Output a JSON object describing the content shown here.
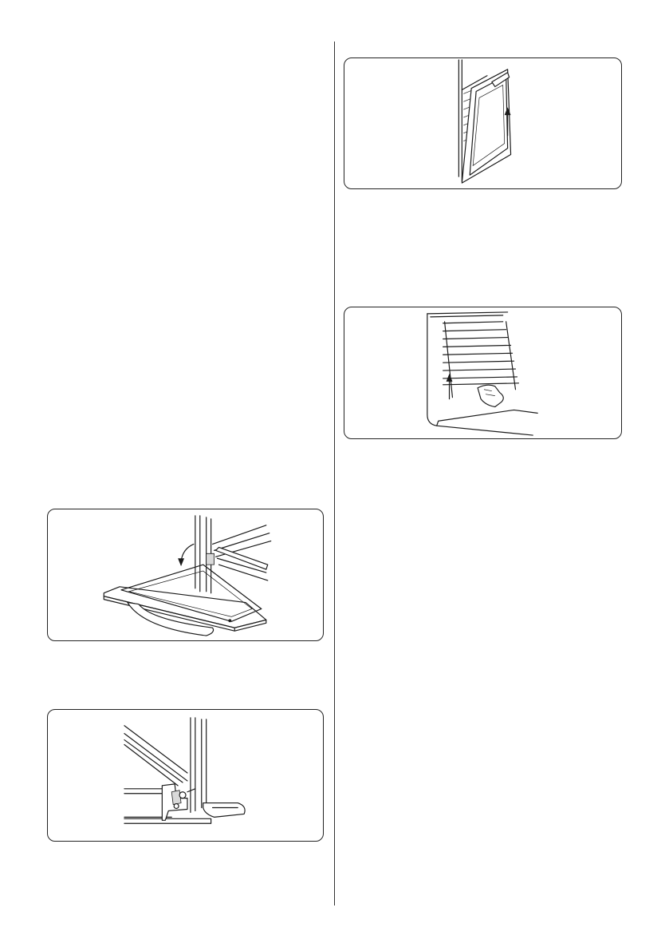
{
  "figures": [
    {
      "id": "door-removal",
      "icon": "oven-door-lift-up-illustration"
    },
    {
      "id": "shelf-rack",
      "icon": "side-rack-removal-illustration"
    },
    {
      "id": "door-open",
      "icon": "oven-door-open-illustration"
    },
    {
      "id": "hinge",
      "icon": "door-hinge-detail-illustration"
    }
  ],
  "colors": {
    "line": "#1a1a1a",
    "background": "#ffffff",
    "shade": "#d9d9d9"
  }
}
